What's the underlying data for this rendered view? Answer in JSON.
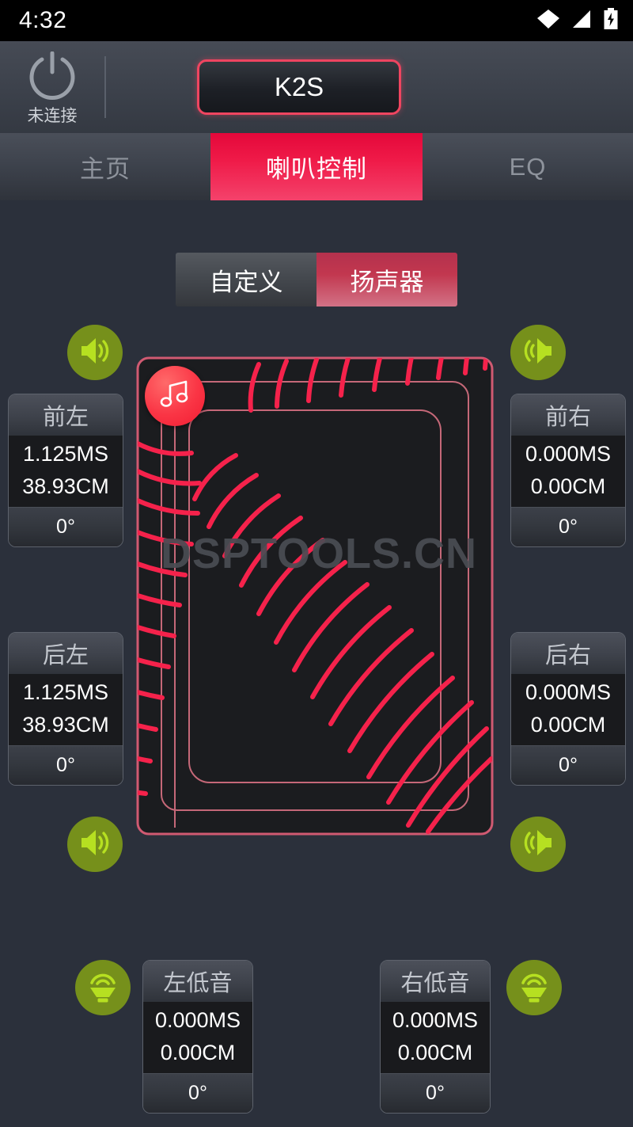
{
  "statusbar": {
    "time": "4:32",
    "icons": [
      "wifi-icon",
      "cellular-signal-icon",
      "battery-charging-icon"
    ]
  },
  "header": {
    "power_icon": "power-icon",
    "connection_status": "未连接",
    "device_name": "K2S"
  },
  "tabs": [
    {
      "label": "主页",
      "active": false
    },
    {
      "label": "喇叭控制",
      "active": true
    },
    {
      "label": "EQ",
      "active": false
    }
  ],
  "segmented": [
    {
      "label": "自定义",
      "active": false
    },
    {
      "label": "扬声器",
      "active": true
    }
  ],
  "speakers": [
    {
      "id": "front-left",
      "title": "前左",
      "delay_ms": "1.125MS",
      "distance_cm": "38.93CM",
      "phase": "0°",
      "icon": "speaker-right-icon"
    },
    {
      "id": "front-right",
      "title": "前右",
      "delay_ms": "0.000MS",
      "distance_cm": "0.00CM",
      "phase": "0°",
      "icon": "speaker-left-icon"
    },
    {
      "id": "rear-left",
      "title": "后左",
      "delay_ms": "1.125MS",
      "distance_cm": "38.93CM",
      "phase": "0°",
      "icon": "speaker-right-icon"
    },
    {
      "id": "rear-right",
      "title": "后右",
      "delay_ms": "0.000MS",
      "distance_cm": "0.00CM",
      "phase": "0°",
      "icon": "speaker-left-icon"
    },
    {
      "id": "sub-left",
      "title": "左低音",
      "delay_ms": "0.000MS",
      "distance_cm": "0.00CM",
      "phase": "0°",
      "icon": "subwoofer-icon"
    },
    {
      "id": "sub-right",
      "title": "右低音",
      "delay_ms": "0.000MS",
      "distance_cm": "0.00CM",
      "phase": "0°",
      "icon": "subwoofer-icon"
    }
  ],
  "diagram": {
    "listener_icon": "music-note-icon",
    "wave_color": "#f5224b",
    "outline_color": "#c56878"
  },
  "watermark": {
    "text": "DSPTOOLS.CN"
  },
  "colors": {
    "accent_red": "#ef1a48",
    "speaker_green": "#76901b",
    "icon_green": "#b6e021",
    "panel_bg": "#2b303b"
  }
}
